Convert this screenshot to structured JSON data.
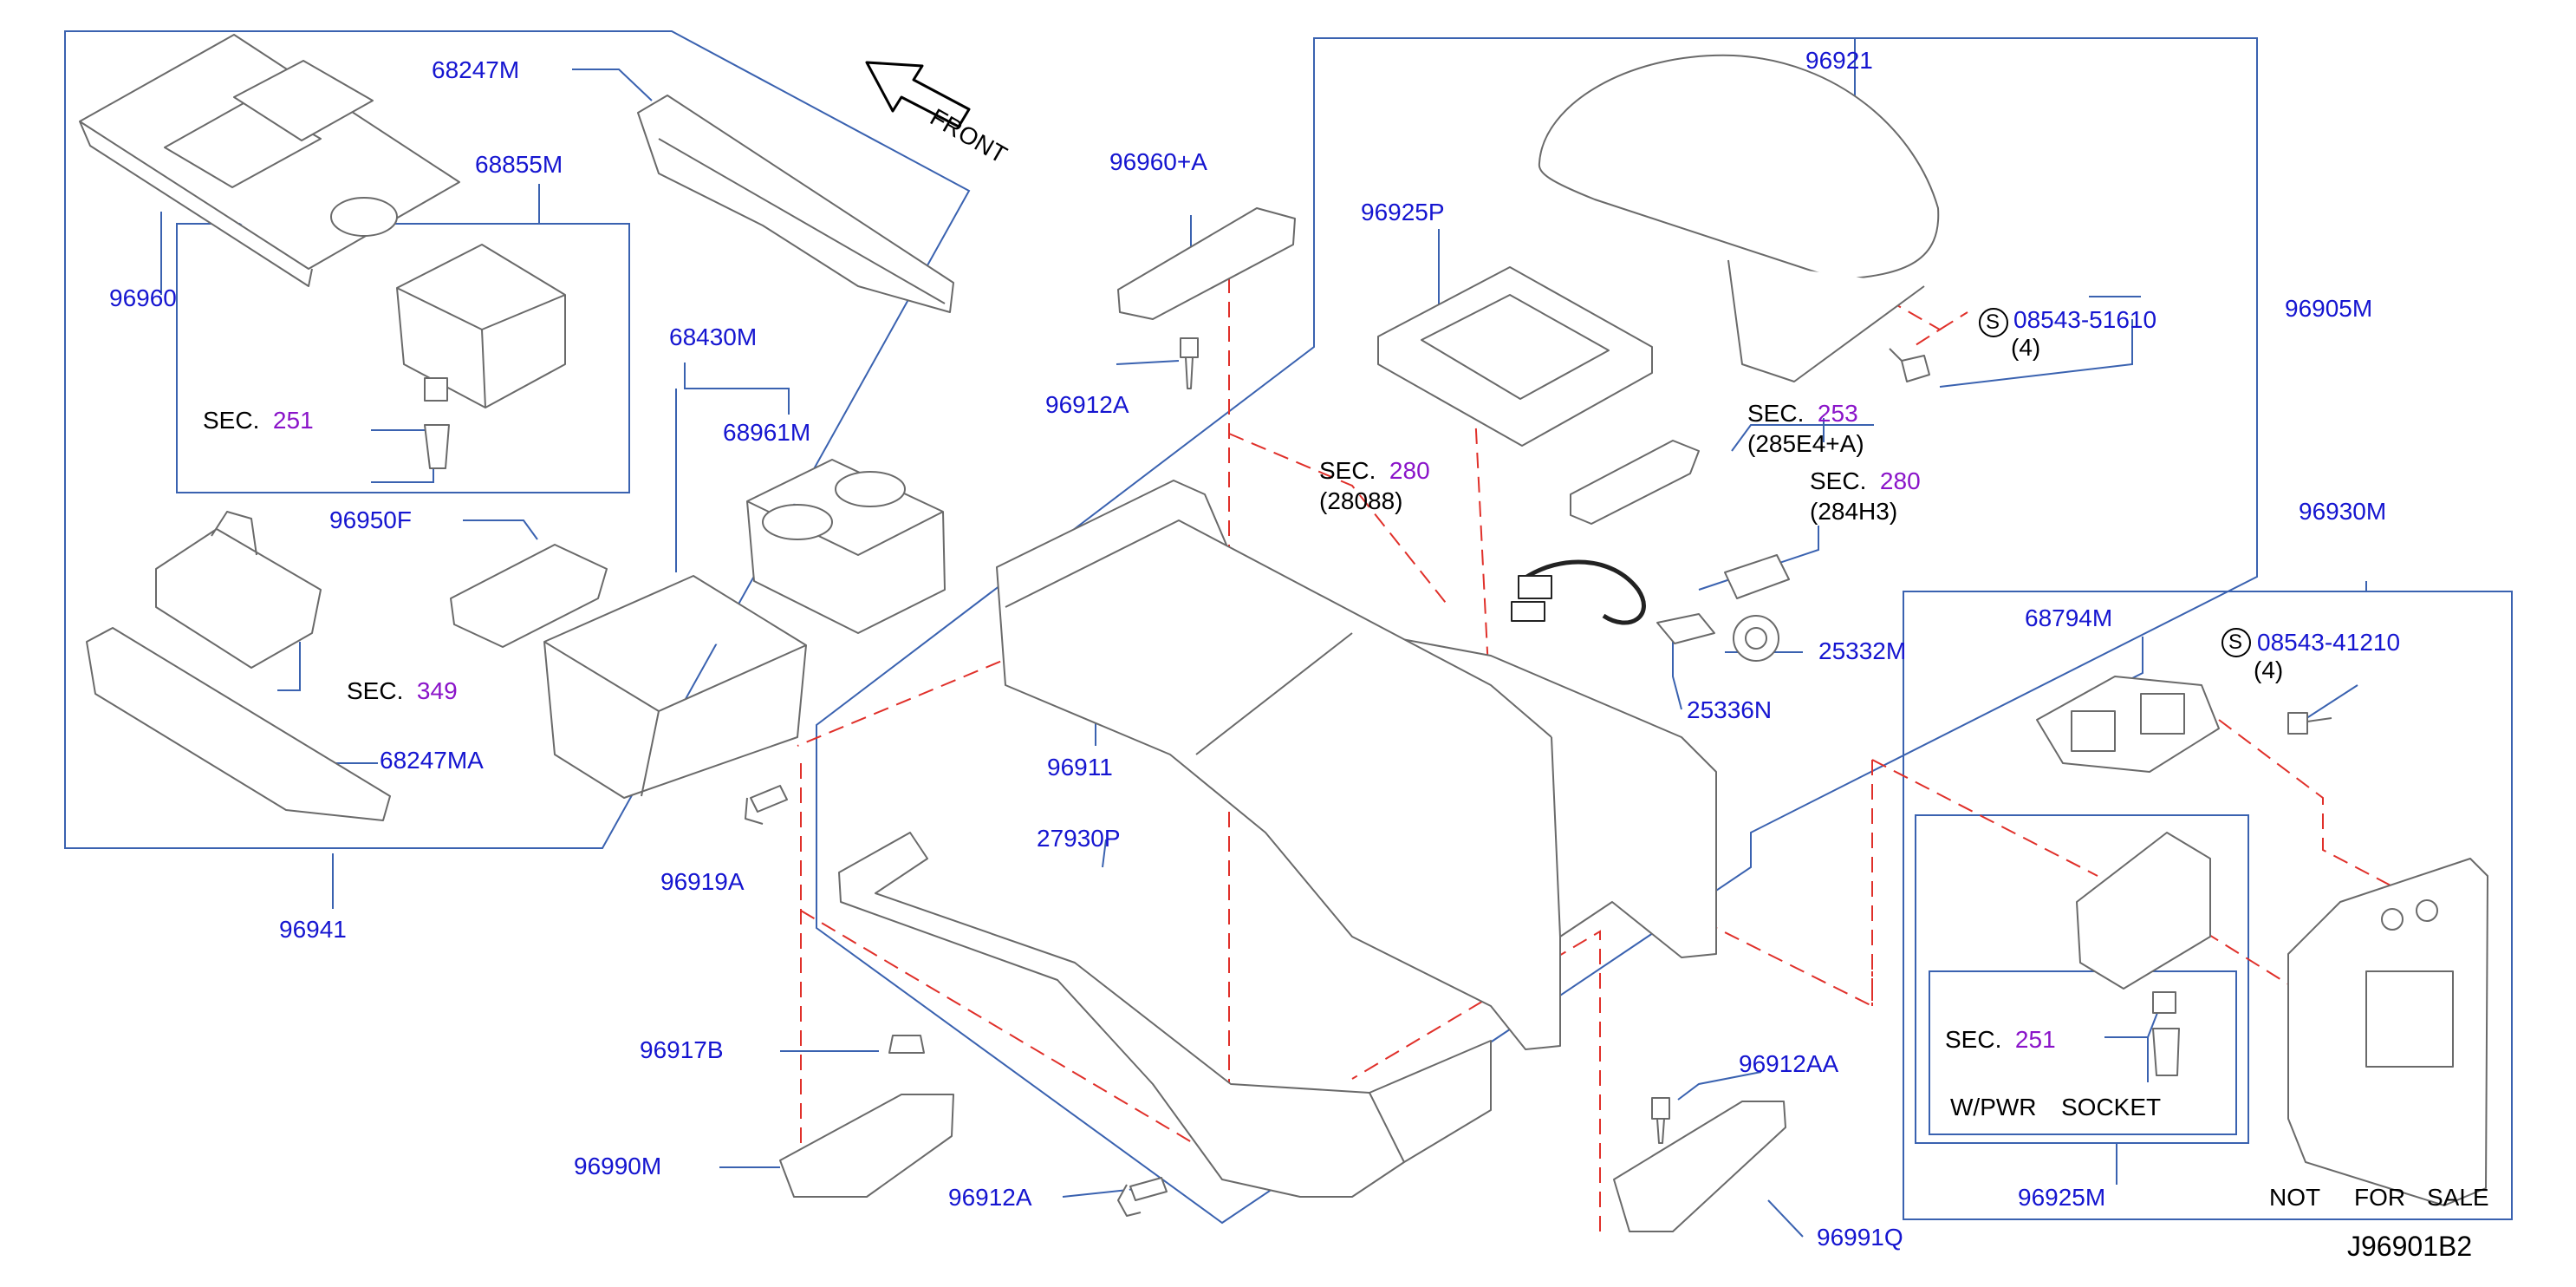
{
  "diagram": {
    "colors": {
      "part_number": "#1515d0",
      "section_number": "#8a14c9",
      "text": "#000000",
      "group_line": "#3a62b0",
      "dashed_line": "#e0302a",
      "drawing": "#6a6a6a"
    },
    "front_label": "FRONT",
    "drawing_code": "J96901B2",
    "not_for_sale": {
      "not": "NOT",
      "for": "FOR",
      "sale": "SALE"
    },
    "power_socket": {
      "w_pwr": "W/PWR",
      "socket": "SOCKET"
    },
    "sec_prefix": "SEC.",
    "parts": {
      "p96960": "96960",
      "p68247M": "68247M",
      "p68855M": "68855M",
      "p68430M": "68430M",
      "p68961M": "68961M",
      "p96950F": "96950F",
      "p68247MA": "68247MA",
      "p96941": "96941",
      "p96960A": "96960+A",
      "p96912A_top": "96912A",
      "p96925P": "96925P",
      "p96921": "96921",
      "p08543_51610": "08543-51610",
      "p08543_51610_qty": "(4)",
      "p96905M": "96905M",
      "p25332M": "25332M",
      "p25336N": "25336N",
      "p96911": "96911",
      "p96919A": "96919A",
      "p27930P": "27930P",
      "p96917B": "96917B",
      "p96990M": "96990M",
      "p96912A_bottom": "96912A",
      "p96912AA": "96912AA",
      "p96991Q": "96991Q",
      "p96930M": "96930M",
      "p68794M": "68794M",
      "p08543_41210": "08543-41210",
      "p08543_41210_qty": "(4)",
      "p96925M": "96925M",
      "screw_symbol": "S"
    },
    "sections": {
      "s251_a": "251",
      "s349": "349",
      "s280_a": "280",
      "s280_a_sub": "(28088)",
      "s253": "253",
      "s253_sub": "(285E4+A)",
      "s280_b": "280",
      "s280_b_sub": "(284H3)",
      "s251_b": "251"
    }
  }
}
